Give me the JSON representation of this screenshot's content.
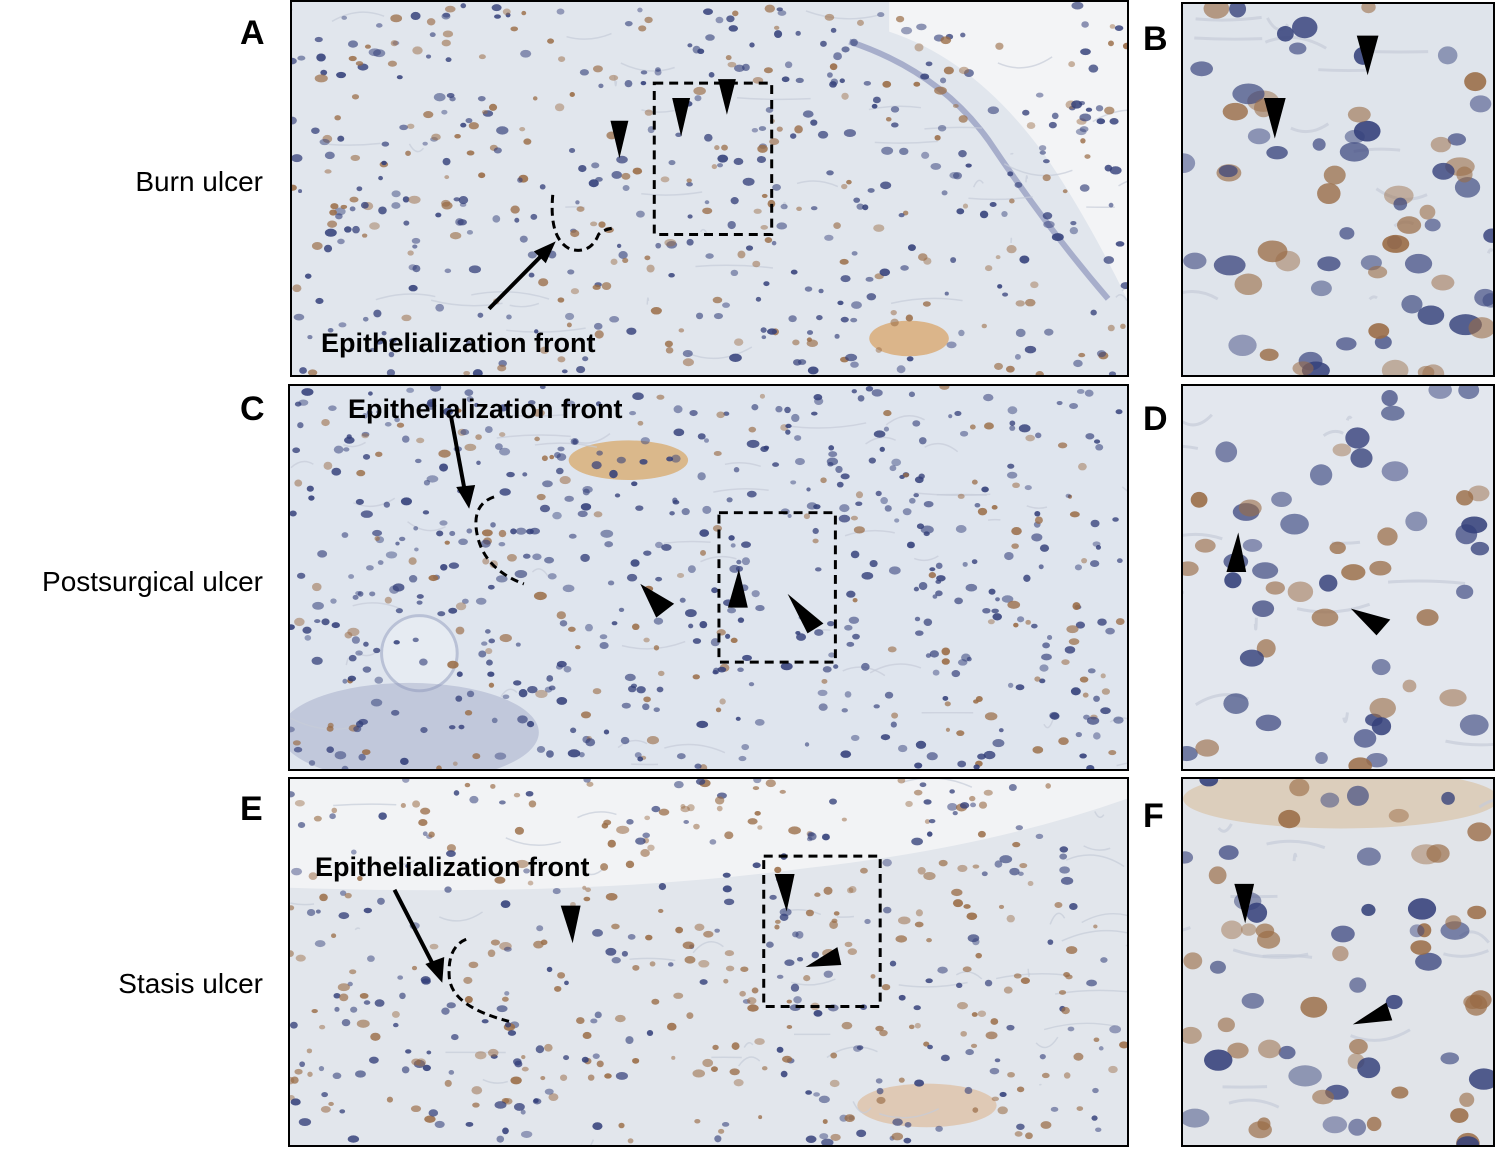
{
  "rows": [
    {
      "label": "Burn ulcer"
    },
    {
      "label": "Postsurgical ulcer"
    },
    {
      "label": "Stasis ulcer"
    }
  ],
  "panels": {
    "A": {
      "letter": "A",
      "annotation": "Epithelialization front"
    },
    "B": {
      "letter": "B"
    },
    "C": {
      "letter": "C",
      "annotation": "Epithelialization front"
    },
    "D": {
      "letter": "D"
    },
    "E": {
      "letter": "E",
      "annotation": "Epithelialization front"
    },
    "F": {
      "letter": "F"
    }
  },
  "colors": {
    "background": "#dfe5ec",
    "nucleus_blue": "#34407a",
    "nucleus_brown": "#9a6c46",
    "stain_orange": "#d09a5a",
    "annotation": "#000000"
  }
}
